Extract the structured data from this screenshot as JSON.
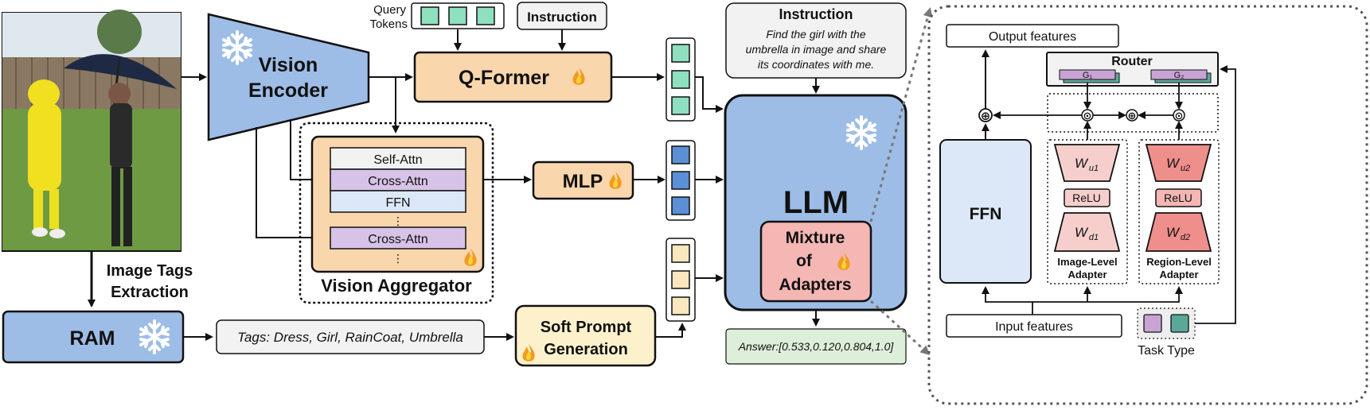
{
  "vision_encoder": {
    "line1": "Vision",
    "line2": "Encoder"
  },
  "query_tokens": {
    "line1": "Query",
    "line2": "Tokens"
  },
  "instruction_small": "Instruction",
  "qformer": "Q-Former",
  "mlp": "MLP",
  "aggregator": {
    "title": "Vision Aggregator",
    "rows": [
      "Self-Attn",
      "Cross-Attn",
      "FFN",
      "⋮",
      "Cross-Attn",
      "⋮"
    ]
  },
  "image_tags": {
    "line1": "Image Tags",
    "line2": "Extraction"
  },
  "ram": "RAM",
  "tags_text": "Tags: Dress, Girl, RainCoat, Umbrella",
  "soft_prompt": {
    "line1": "Soft Prompt",
    "line2": "Generation"
  },
  "instruction_box": {
    "title": "Instruction",
    "line1": "Find the girl with the",
    "line2": "umbrella  in image and share",
    "line3": "its coordinates with me."
  },
  "llm": "LLM",
  "moa": {
    "line1": "Mixture",
    "line2": "of",
    "line3": "Adapters"
  },
  "answer": "Answer:[0.533,0.120,0.804,1.0]",
  "detail": {
    "output_features": "Output features",
    "router": "Router",
    "g1": "G₁",
    "g2": "G₂",
    "ffn": "FFN",
    "wu1": "W",
    "wu1_sub": "u1",
    "wu2": "W",
    "wu2_sub": "u2",
    "wd1": "W",
    "wd1_sub": "d1",
    "wd2": "W",
    "wd2_sub": "d2",
    "relu": "ReLU",
    "image_adapter": {
      "line1": "Image-Level",
      "line2": "Adapter"
    },
    "region_adapter": {
      "line1": "Region-Level",
      "line2": "Adapter"
    },
    "input_features": "Input features",
    "task_type": "Task Type",
    "plus": "⊕",
    "dot": "⊙"
  },
  "colors": {
    "encoder_blue": "#9dbde6",
    "peach": "#f9d6ac",
    "purple": "#d8c3e8",
    "light_blue": "#dce8f7",
    "pink": "#f4b7b4",
    "pink_light": "#f6cfcd",
    "pink_dark": "#ee8f8c",
    "green_token": "#8ee0be",
    "blue_token": "#5b8fd6",
    "yellow_token": "#fbe7bd",
    "answer_green": "#deefd9",
    "soft_yellow": "#fdf1cc"
  }
}
